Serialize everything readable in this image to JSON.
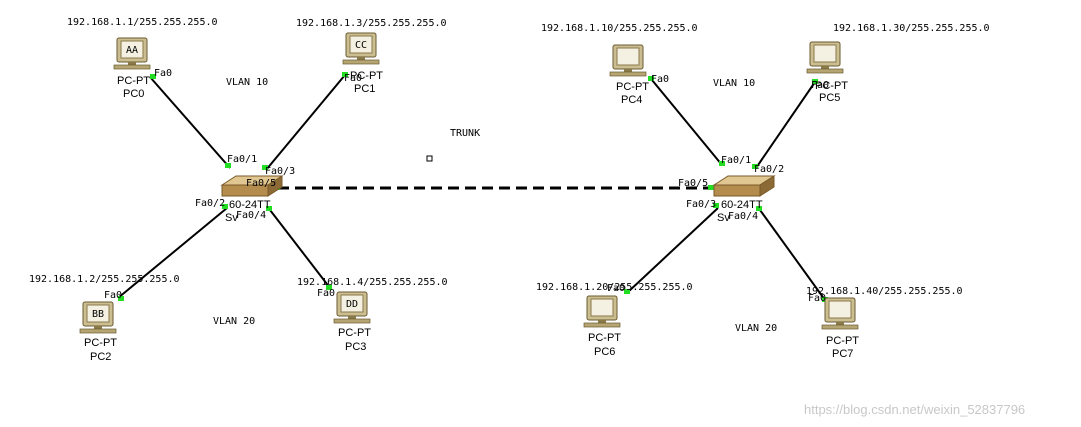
{
  "devices": [
    {
      "id": "pc0",
      "model": "PC-PT",
      "name": "PC0",
      "screen": "AA",
      "ip": "192.168.1.1/255.255.255.0",
      "port": "Fa0"
    },
    {
      "id": "pc1",
      "model": "PC-PT",
      "name": "PC1",
      "screen": "CC",
      "ip": "192.168.1.3/255.255.255.0",
      "port": "Fa0"
    },
    {
      "id": "pc2",
      "model": "PC-PT",
      "name": "PC2",
      "screen": "BB",
      "ip": "192.168.1.2/255.255.255.0",
      "port": "Fa0"
    },
    {
      "id": "pc3",
      "model": "PC-PT",
      "name": "PC3",
      "screen": "DD",
      "ip": "192.168.1.4/255.255.255.0",
      "port": "Fa0"
    },
    {
      "id": "pc4",
      "model": "PC-PT",
      "name": "PC4",
      "screen": "",
      "ip": "192.168.1.10/255.255.255.0",
      "port": "Fa0"
    },
    {
      "id": "pc5",
      "model": "PC-PT",
      "name": "PC5",
      "screen": "",
      "ip": "192.168.1.30/255.255.255.0",
      "port": "Fa0"
    },
    {
      "id": "pc6",
      "model": "PC-PT",
      "name": "PC6",
      "screen": "",
      "ip": "192.168.1.20/255.255.255.0",
      "port": "Fa0"
    },
    {
      "id": "pc7",
      "model": "PC-PT",
      "name": "PC7",
      "screen": "",
      "ip": "192.168.1.40/255.255.255.0",
      "port": "Fa0"
    }
  ],
  "switches": [
    {
      "id": "sw0",
      "model_partial": "60-24TT",
      "name_partial": "Sv",
      "ports": {
        "p1": "Fa0/1",
        "p2": "Fa0/2",
        "p3": "Fa0/3",
        "p4": "Fa0/4",
        "p5": "Fa0/5"
      }
    },
    {
      "id": "sw1",
      "model_partial": "60-24TT",
      "name_partial": "Sv",
      "ports": {
        "p1": "Fa0/1",
        "p2": "Fa0/2",
        "p3": "Fa0/3",
        "p4": "Fa0/4",
        "p5": "Fa0/5"
      }
    }
  ],
  "labels": {
    "vlan10_left": "VLAN 10",
    "vlan20_left": "VLAN 20",
    "vlan10_right": "VLAN 10",
    "vlan20_right": "VLAN 20",
    "trunk": "TRUNK"
  },
  "watermark": "https://blog.csdn.net/weixin_52837796",
  "colors": {
    "link": "#000000",
    "port_led": "#22dd22",
    "switch_body": "#c8a46a",
    "pc_body": "#c9b98a"
  }
}
